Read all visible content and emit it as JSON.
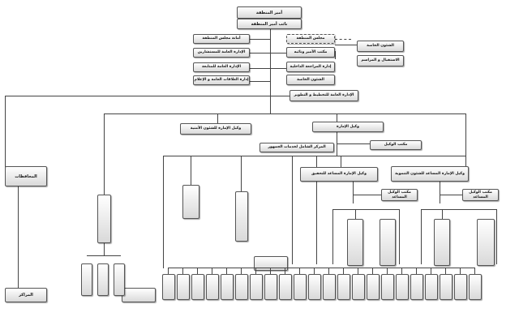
{
  "labels": {
    "emir": "أمير المنطقة",
    "deputy_emir": "نائب أمير المنطقة",
    "region_council": "مجلس المنطقة",
    "private_affairs": "الشئون الخاصة",
    "reception_protocol": "الاستقبال و المراسم",
    "emir_office": "مكتب الأمير ونائبه",
    "internal_audit": "إدارة المراجعة الداخلية",
    "region_council_secretariat": "أمانة مجلس المنطقة",
    "advisors_admin": "الإدارة العامة للمستشارين",
    "followup_admin": "الإدارة العامة للمتابعة",
    "relations_media": "إدارة العلاقات العامة و الإعلام",
    "planning_dev": "الإدارة العامة للتخطيط و التطوير",
    "security_deputy": "وكيل الإمارة للشئون الأمنية",
    "emirate_deputy": "وكيل الإمارة",
    "deputy_office": "مكتب الوكيل",
    "public_service_center": "المركز الشامل لخدمات الجمهور",
    "asst_investigation": "وكيل الإمارة المساعد للتحقيق",
    "asst_development": "وكيل الإمارة المساعد للشئون التنموية",
    "asst_deputy_office": "مكتب الوكيل المساعد",
    "governorates": "المحافظات",
    "centers": "المراكز",
    "it_admin": "",
    "docs_center": "",
    "internal_affairs_admin": "",
    "storage_monitor": "",
    "affiliated_centers": "",
    "it_sub_1": "",
    "it_sub_2": "",
    "it_sub_3": "",
    "inv_private": "",
    "inv_public": "",
    "dev_services": "",
    "dev_municipal": "",
    "bottom_boxes": [
      "",
      "",
      "",
      "",
      "",
      "",
      "",
      "",
      "",
      "",
      "",
      "",
      "",
      "",
      "",
      "",
      "",
      "",
      "",
      "",
      "",
      ""
    ]
  }
}
